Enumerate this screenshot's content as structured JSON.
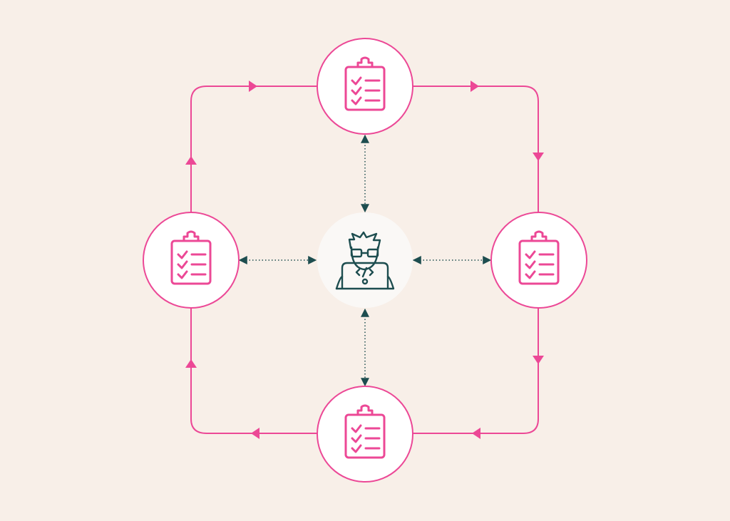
{
  "colors": {
    "background": "#f8efe8",
    "accent": "#ec4896",
    "node_fill": "#ffffff",
    "center_fill": "#faf8f6",
    "dark": "#1d4d4f"
  },
  "diagram": {
    "center": {
      "name": "developer-node",
      "icon": "developer-laptop-icon"
    },
    "nodes": [
      {
        "name": "top-node",
        "icon": "clipboard-checklist-icon"
      },
      {
        "name": "right-node",
        "icon": "clipboard-checklist-icon"
      },
      {
        "name": "bottom-node",
        "icon": "clipboard-checklist-icon"
      },
      {
        "name": "left-node",
        "icon": "clipboard-checklist-icon"
      }
    ],
    "cycle_direction": "clockwise",
    "center_links": "bidirectional-dotted"
  }
}
